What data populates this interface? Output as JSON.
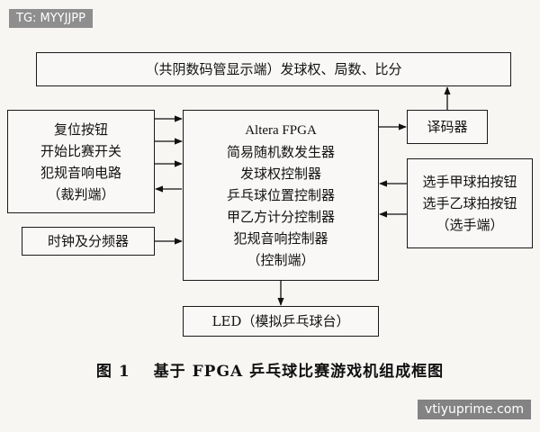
{
  "watermarks": {
    "top": "TG: MYYJJPP",
    "bottom": "vtiyuprime.com"
  },
  "diagram": {
    "display": {
      "lines": [
        "（共阴数码管显示端）发球权、局数、比分"
      ]
    },
    "decoder": {
      "lines": [
        "译码器"
      ]
    },
    "fpga": {
      "lines": [
        "Altera FPGA",
        "简易随机数发生器",
        "发球权控制器",
        "乒乓球位置控制器",
        "甲乙方计分控制器",
        "犯规音响控制器",
        "（控制端）"
      ]
    },
    "referee": {
      "lines": [
        "复位按钮",
        "开始比赛开关",
        "犯规音响电路",
        "（裁判端）"
      ]
    },
    "clock": {
      "lines": [
        "时钟及分频器"
      ]
    },
    "players": {
      "lines": [
        "选手甲球拍按钮",
        "选手乙球拍按钮",
        "（选手端）"
      ]
    },
    "led": {
      "lines": [
        "LED（模拟乒乓球台）"
      ]
    }
  },
  "caption": {
    "label": "图 1",
    "text": "基于 FPGA 乒乓球比赛游戏机组成框图"
  }
}
